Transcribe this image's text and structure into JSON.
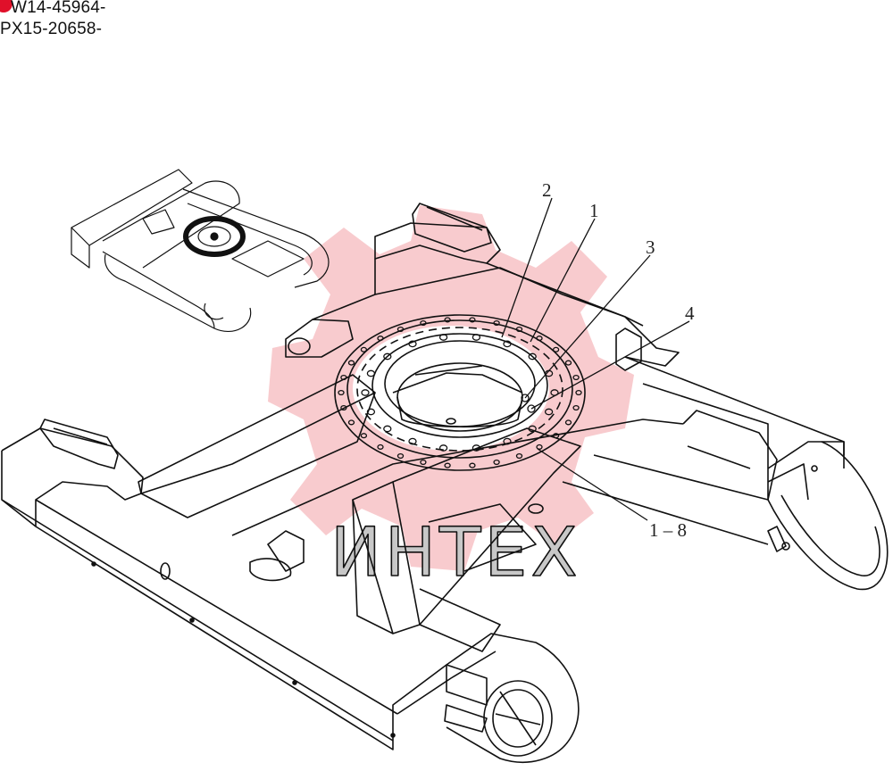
{
  "serials": {
    "line1": "W14-45964-",
    "line2": "PX15-20658-"
  },
  "callouts": {
    "c1": "1",
    "c2": "2",
    "c3": "3",
    "c4": "4",
    "c18": "1 – 8"
  },
  "watermark": {
    "text": "ИНТЕХ",
    "color": "#f2a7ad"
  },
  "colors": {
    "marker": "#e0102a",
    "line": "#111111"
  }
}
